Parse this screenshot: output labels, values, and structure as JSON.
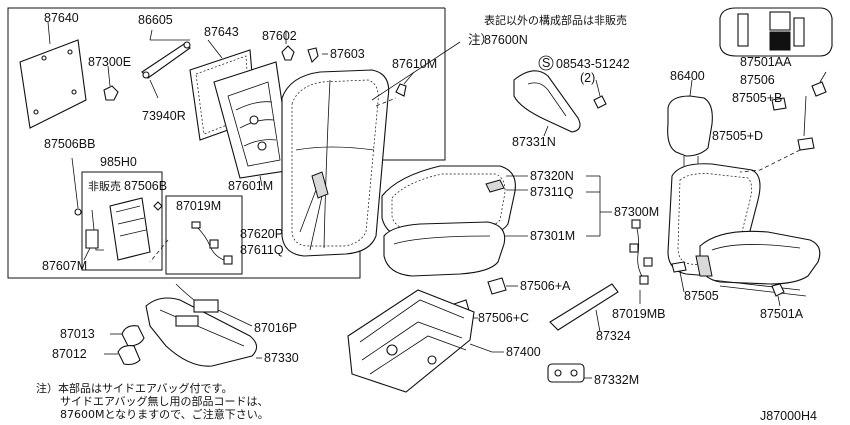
{
  "diagram": {
    "diagram_id": "J87000H4",
    "top_note": "表記以外の構成部品は非販売",
    "bottom_note": {
      "line1": "注）本部品はサイドエアバッグ付です。",
      "line2": "サイドエアバッグ無し用の部品コードは、",
      "line3": "87600Mとなりますので、ご注意下さい。"
    },
    "label_not_sold": "非販売",
    "callout_note_prefix": "注）",
    "parts": {
      "p87640": "87640",
      "p86605": "86605",
      "p87643": "87643",
      "p87602": "87602",
      "p87603": "87603",
      "p87600N": "87600N",
      "p87300E": "87300E",
      "p73940R": "73940R",
      "p87610M": "87610M",
      "p87601M": "87601M",
      "p87506BB": "87506BB",
      "p985H0": "985H0",
      "p87506B": "87506B",
      "p87019M": "87019M",
      "p87620P": "87620P",
      "p87611Q": "87611Q",
      "p87607M": "87607M",
      "p08543": "08543-51242",
      "p08543_qty": "(2)",
      "p87331N": "87331N",
      "p87320N": "87320N",
      "p87311Q": "87311Q",
      "p87300M": "87300M",
      "p87301M": "87301M",
      "p86400": "86400",
      "p87501AA": "87501AA",
      "p87506": "87506",
      "p87505B": "87505+B",
      "p87505D": "87505+D",
      "p87506A": "87506+A",
      "p87506C": "87506+C",
      "p87019MB": "87019MB",
      "p87505": "87505",
      "p87501A": "87501A",
      "p87013": "87013",
      "p87016P": "87016P",
      "p87012": "87012",
      "p87330": "87330",
      "p87324": "87324",
      "p87400": "87400",
      "p87332M": "87332M"
    }
  }
}
